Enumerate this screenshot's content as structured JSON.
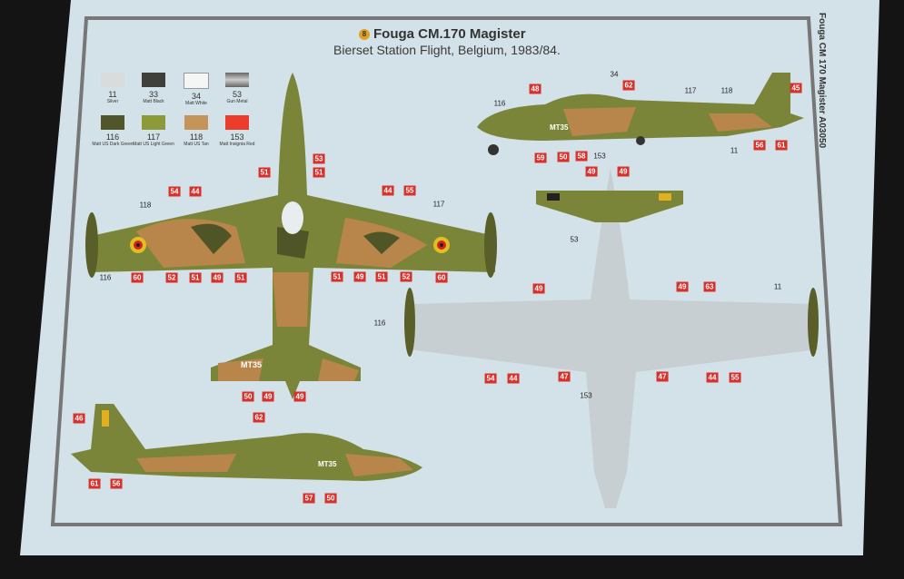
{
  "sheet": {
    "title": "Fouga CM.170 Magister",
    "scheme_number": "8",
    "subtitle": "Bierset Station Flight, Belgium, 1983/84.",
    "side_label": "Fouga CM 170 Magister A03050",
    "aircraft_code": "MT35"
  },
  "colors": {
    "dark_green": "#5a5f2a",
    "light_green": "#7e8a3a",
    "tan": "#b8864a",
    "red": "#e8342a",
    "silver": "#d8dcdc",
    "black": "#3a3a38",
    "paper": "#d3e2e8"
  },
  "paints": [
    {
      "number": "11",
      "name": "Silver",
      "color": "#d8dcdc"
    },
    {
      "number": "33",
      "name": "Matt Black",
      "color": "#3f3f3c"
    },
    {
      "number": "34",
      "name": "Matt White",
      "color": "#f4f6f6"
    },
    {
      "number": "53",
      "name": "Gun Metal",
      "color": "#8a8c8c"
    },
    {
      "number": "116",
      "name": "Matt US Dark Green",
      "color": "#50552a"
    },
    {
      "number": "117",
      "name": "Matt US Light Green",
      "color": "#8c9a3a"
    },
    {
      "number": "118",
      "name": "Matt US Tan",
      "color": "#c49458"
    },
    {
      "number": "153",
      "name": "Matt Insignia Red",
      "color": "#ec3c2c"
    }
  ],
  "decals": [
    "48",
    "62",
    "45",
    "59",
    "50",
    "58",
    "56",
    "61",
    "53",
    "51",
    "51",
    "54",
    "44",
    "44",
    "55",
    "60",
    "52",
    "51",
    "49",
    "51",
    "51",
    "49",
    "51",
    "52",
    "60",
    "50",
    "49",
    "49",
    "49",
    "49",
    "49",
    "49",
    "63",
    "54",
    "44",
    "47",
    "47",
    "44",
    "55",
    "46",
    "62",
    "61",
    "56",
    "57",
    "50"
  ],
  "callouts": [
    "116",
    "34",
    "117",
    "118",
    "153",
    "11",
    "118",
    "117",
    "116",
    "53",
    "11",
    "116",
    "153"
  ]
}
